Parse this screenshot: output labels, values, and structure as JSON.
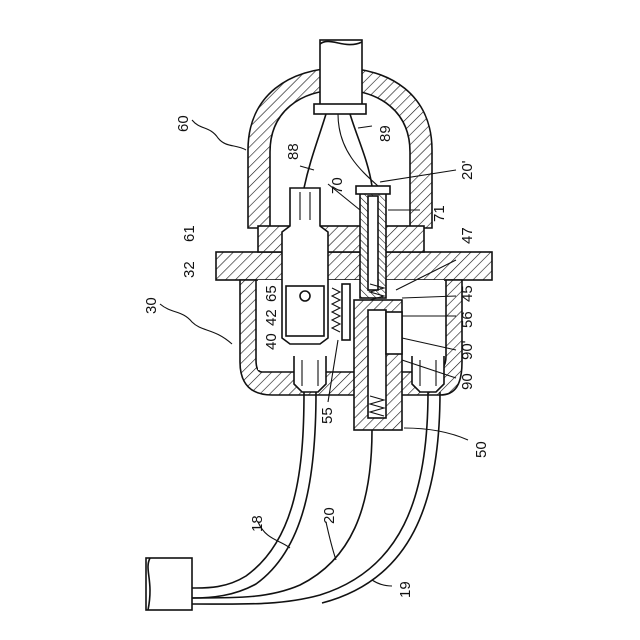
{
  "labels": {
    "l60": "60",
    "l88": "88",
    "l89": "89",
    "l20p": "20'",
    "l70": "70",
    "l71": "71",
    "l47": "47",
    "l61": "61",
    "l32": "32",
    "l65": "65",
    "l42": "42",
    "l40": "40",
    "l30": "30",
    "l45": "45",
    "l56": "56",
    "l90p": "90'",
    "l90": "90",
    "l55": "55",
    "l50": "50",
    "l18": "18",
    "l20": "20",
    "l19": "19"
  }
}
